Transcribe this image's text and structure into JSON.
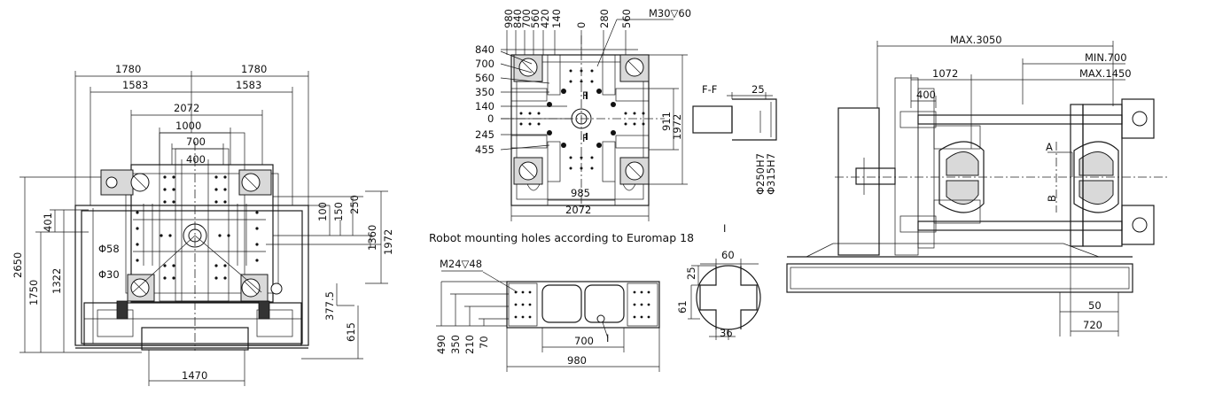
{
  "front_view": {
    "dims": {
      "w1780_left": "1780",
      "w1780_right": "1780",
      "w1583_left": "1583",
      "w1583_right": "1583",
      "w2072": "2072",
      "w1000": "1000",
      "w700": "700",
      "w400": "400",
      "d58": "Φ58",
      "d30": "Φ30",
      "h401": "401",
      "h2650": "2650",
      "h1750": "1750",
      "h1322": "1322",
      "v100": "100",
      "v150": "150",
      "v250": "250",
      "v1360": "1360",
      "v1972": "1972",
      "v377": "377.5",
      "v615": "615",
      "w1470": "1470"
    }
  },
  "platen_view": {
    "top_dims": [
      "980",
      "840",
      "700",
      "560",
      "420",
      "140",
      "0",
      "280",
      "560"
    ],
    "thread_label": "M30▽60",
    "left_dims": [
      "840",
      "700",
      "560",
      "350",
      "140",
      "0",
      "245",
      "455"
    ],
    "section_mark": "F",
    "w985": "985",
    "w2072": "2072",
    "v911": "911",
    "v1972": "1972"
  },
  "section_ff": {
    "title": "F-F",
    "w25": "25",
    "d250": "Φ250H7",
    "d315": "Φ315H7"
  },
  "marker_i": "I",
  "robot_note": "Robot mounting holes according to Euromap 18",
  "robot_view": {
    "thread_label": "M24▽48",
    "v490": "490",
    "v350": "350",
    "v210": "210",
    "v70": "70",
    "w700": "700",
    "w980": "980",
    "marker": "I"
  },
  "detail_i": {
    "w60": "60",
    "v25": "25",
    "v61": "61",
    "w36": "36"
  },
  "side_view": {
    "max3050": "MAX.3050",
    "min700": "MIN.700",
    "max1450": "MAX.1450",
    "w1072": "1072",
    "w400": "400",
    "mark_a": "A",
    "mark_b": "B",
    "w50": "50",
    "w720": "720"
  }
}
